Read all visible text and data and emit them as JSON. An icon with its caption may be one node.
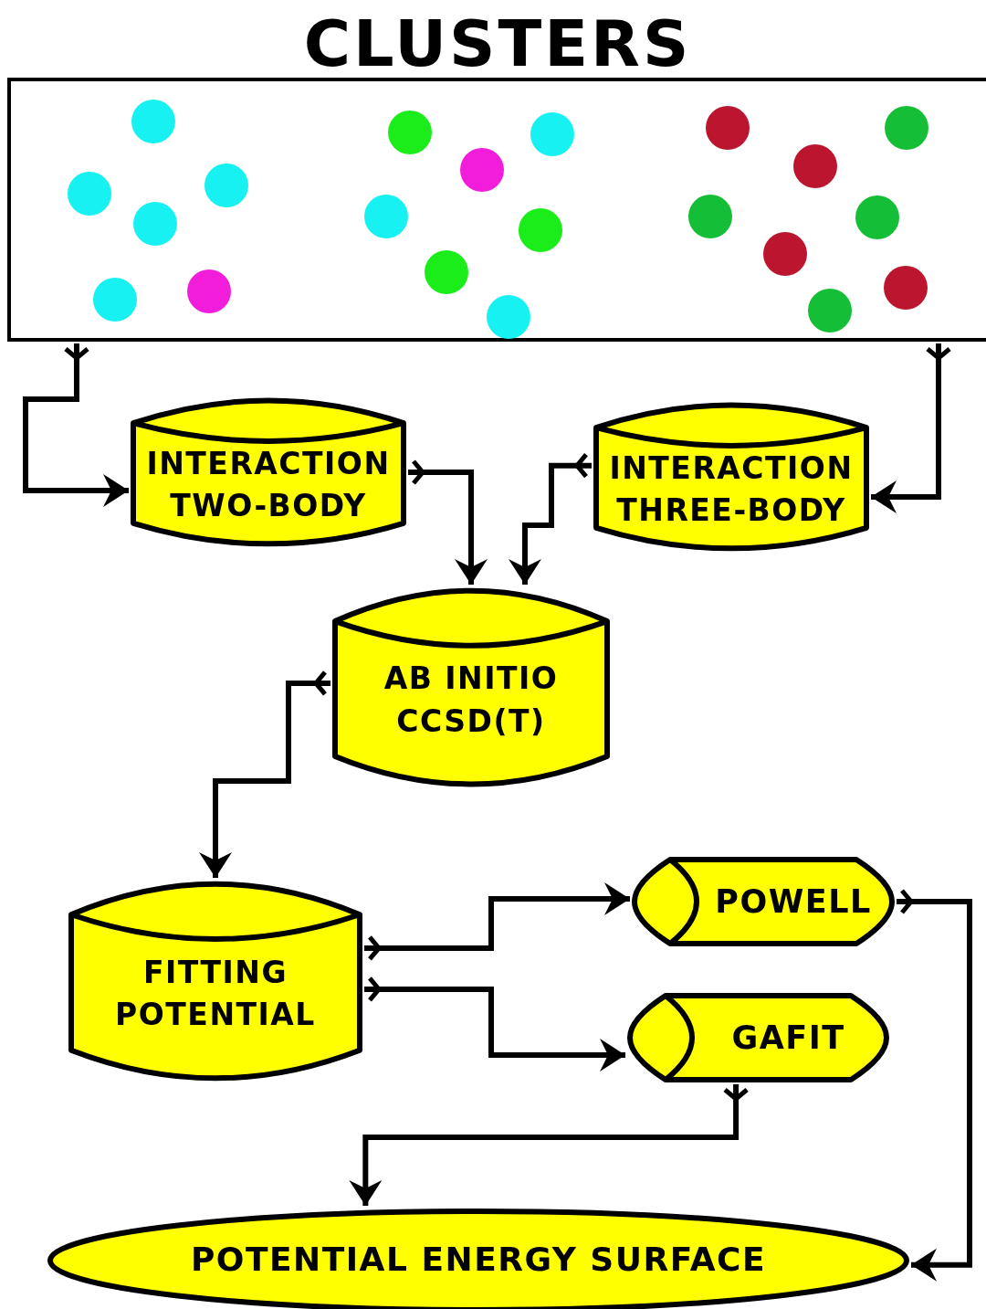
{
  "diagram": {
    "nodes": [
      {
        "text": [
          "CLUSTERS"
        ]
      },
      {
        "text": [
          "INTERACTION TWO-BODY"
        ]
      },
      {
        "text": [
          "INTERACTION THREE-BODY"
        ]
      },
      {
        "text": [
          "AB INITIO CCSD(T)"
        ]
      },
      {
        "text": [
          "FITTING POTENTIAL"
        ]
      },
      {
        "text": [
          "POWELL"
        ]
      },
      {
        "text": [
          "GAFIT"
        ]
      },
      {
        "text": [
          "POTENTIAL ENERGY SURFACE"
        ]
      }
    ],
    "edges": [
      {
        "from": 0,
        "to": 1,
        "arrow": "to"
      },
      {
        "from": 0,
        "to": 2,
        "arrow": "to"
      },
      {
        "from": 1,
        "to": 3,
        "arrow": "to"
      },
      {
        "from": 2,
        "to": 3,
        "arrow": "to"
      },
      {
        "from": 3,
        "to": 4,
        "arrow": "to"
      },
      {
        "from": 4,
        "to": 5,
        "arrow": "to"
      },
      {
        "from": 4,
        "to": 6,
        "arrow": "to"
      },
      {
        "from": 5,
        "to": 7,
        "arrow": "to"
      },
      {
        "from": 6,
        "to": 7,
        "arrow": "to"
      }
    ]
  }
}
